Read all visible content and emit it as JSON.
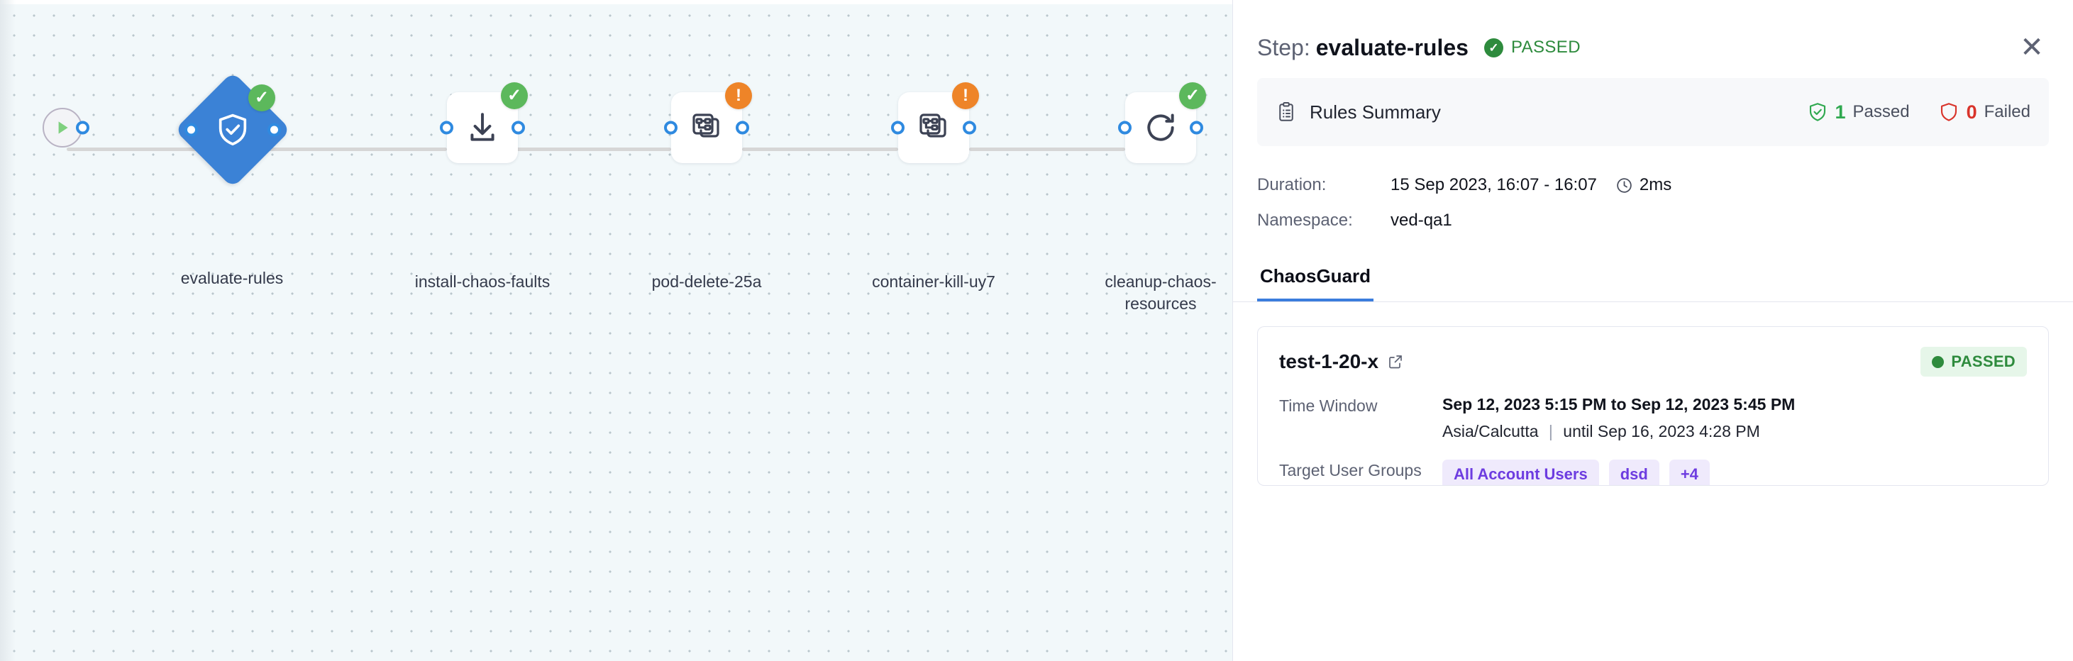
{
  "canvas": {
    "start_node": {
      "name": "start-node",
      "icon": "play-icon"
    },
    "nodes": [
      {
        "label": "evaluate-rules",
        "icon": "shield-check-icon",
        "shape": "diamond",
        "badge": "success"
      },
      {
        "label": "install-chaos-faults",
        "icon": "download-icon",
        "shape": "box",
        "badge": "success"
      },
      {
        "label": "pod-delete-25a",
        "icon": "chaos-experiment-icon",
        "shape": "box",
        "badge": "warning"
      },
      {
        "label": "container-kill-uy7",
        "icon": "chaos-experiment-icon",
        "shape": "box",
        "badge": "warning"
      },
      {
        "label": "cleanup-chaos-resources",
        "icon": "refresh-icon",
        "shape": "box",
        "badge": "success"
      }
    ]
  },
  "panel": {
    "title_prefix": "Step:",
    "step_name": "evaluate-rules",
    "status": "PASSED",
    "close_label": "✕",
    "rules_summary": {
      "title": "Rules Summary",
      "icon": "clipboard-icon",
      "passed_count": "1",
      "passed_label": "Passed",
      "failed_count": "0",
      "failed_label": "Failed"
    },
    "details": [
      {
        "key": "Duration:",
        "value": "15 Sep 2023, 16:07 - 16:07",
        "extra": "2ms",
        "extra_icon": "clock-icon"
      },
      {
        "key": "Namespace:",
        "value": "ved-qa1",
        "extra": "",
        "extra_icon": ""
      }
    ],
    "tabs": [
      {
        "label": "ChaosGuard",
        "active": true
      }
    ],
    "result": {
      "name": "test-1-20-x",
      "link_icon": "external-link-icon",
      "status": "PASSED",
      "rows": [
        {
          "key": "Time Window",
          "line1": "Sep 12, 2023 5:15 PM to Sep 12, 2023 5:45 PM",
          "line2_tz": "Asia/Calcutta",
          "line2_sep": "|",
          "line2_until": "until Sep 16, 2023 4:28 PM"
        }
      ],
      "target_user_groups": {
        "key": "Target User Groups",
        "chips": [
          "All Account Users",
          "dsd",
          "+4"
        ]
      }
    }
  },
  "colors": {
    "accent_blue": "#3b82d6",
    "success_green": "#2e8b3d",
    "warning_orange": "#ee8428",
    "fail_red": "#d9342b",
    "chip_purple": "#6d3ce0"
  }
}
